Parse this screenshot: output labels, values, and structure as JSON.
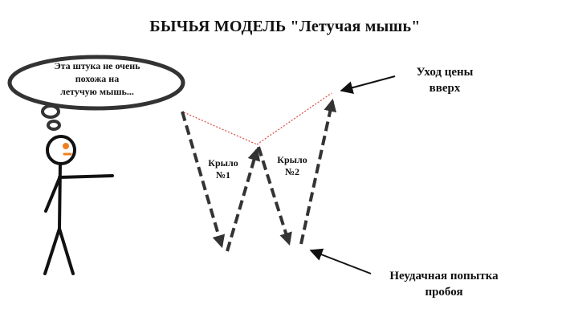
{
  "title": "БЫЧЬЯ МОДЕЛЬ \"Летучая мышь\"",
  "thought_bubble": {
    "lines": [
      "Эта штука не очень",
      "похожа на",
      "летучую мышь..."
    ]
  },
  "wing_labels": {
    "wing1": [
      "Крыло",
      "№1"
    ],
    "wing2": [
      "Крыло",
      "№2"
    ]
  },
  "annotations": {
    "price_up": [
      "Уход цены",
      "вверх"
    ],
    "failed_breakout": [
      "Неудачная попытка",
      "пробоя"
    ]
  },
  "colors": {
    "stroke": "#333333",
    "dotted_line": "#d94a3c",
    "face_accent": "#f07f1f"
  }
}
